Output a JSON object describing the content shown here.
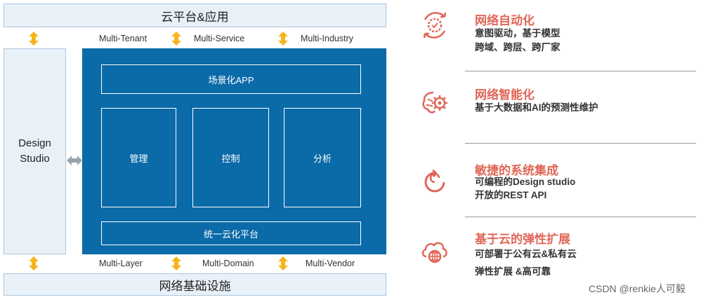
{
  "top_bar": "云平台&应用",
  "bottom_bar": "网络基础设施",
  "top_labels": [
    "Multi-Tenant",
    "Multi-Service",
    "Multi-Industry"
  ],
  "bottom_labels": [
    "Multi-Layer",
    "Multi-Domain",
    "Multi-Vendor"
  ],
  "design_studio": {
    "line1": "Design",
    "line2": "Studio"
  },
  "core": {
    "scenario_app": "场景化APP",
    "modules": [
      "管理",
      "控制",
      "分析"
    ],
    "unified_platform": "统一云化平台"
  },
  "features": [
    {
      "icon": "automation-gear-icon",
      "title": "网络自动化",
      "lines": [
        "意图驱动，基于模型",
        "跨域、跨层、跨厂家"
      ]
    },
    {
      "icon": "brain-gear-icon",
      "title": "网络智能化",
      "lines": [
        "基于大数据和AI的预测性维护"
      ]
    },
    {
      "icon": "integration-cycle-icon",
      "title": "敏捷的系统集成",
      "lines": [
        "可编程的Design studio",
        "开放的REST API"
      ]
    },
    {
      "icon": "cloud-globe-icon",
      "title": "基于云的弹性扩展",
      "lines": [
        "可部署于公有云&私有云",
        "弹性扩展 &高可靠"
      ]
    }
  ],
  "colors": {
    "accent": "#e06658",
    "core_blue": "#0b6aa8",
    "arrow_yellow": "#f4b41a",
    "light_box": "#e9f1f8"
  },
  "watermark": "CSDN @renkie人可毅"
}
